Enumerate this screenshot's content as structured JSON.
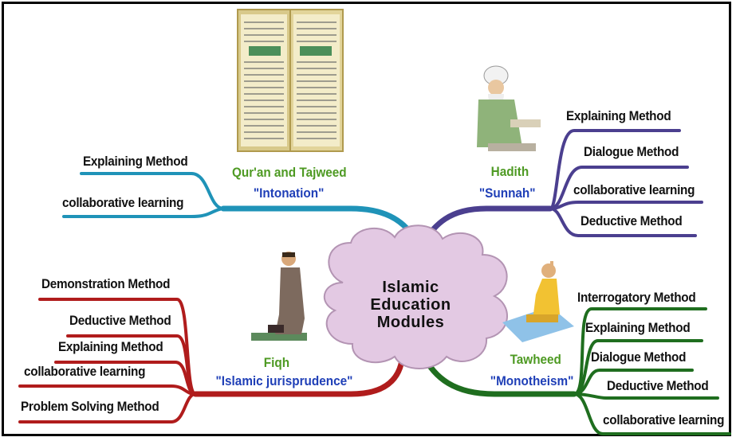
{
  "center": {
    "line1": "Islamic",
    "line2": "Education",
    "line3": "Modules"
  },
  "colors": {
    "quran": "#1f93b8",
    "hadith": "#4b3f8f",
    "fiqh": "#b01c1c",
    "tawheed": "#1f6e1f",
    "cloud": "#e3c9e3",
    "header_green": "#4e9a23",
    "header_blue": "#1f3fb7"
  },
  "branches": {
    "quran": {
      "title": "Qur'an and Tajweed",
      "subtitle": "\"Intonation\"",
      "methods": [
        "Explaining Method",
        "collaborative learning"
      ]
    },
    "hadith": {
      "title": "Hadith",
      "subtitle": "\"Sunnah\"",
      "methods": [
        "Explaining Method",
        "Dialogue Method",
        "collaborative learning",
        "Deductive Method"
      ]
    },
    "fiqh": {
      "title": "Fiqh",
      "subtitle": "\"Islamic jurisprudence\"",
      "methods": [
        "Demonstration Method",
        "Deductive Method",
        "Explaining Method",
        "collaborative learning",
        "Problem Solving Method"
      ]
    },
    "tawheed": {
      "title": "Tawheed",
      "subtitle": "\"Monotheism\"",
      "methods": [
        "Interrogatory Method",
        "Explaining Method",
        "Dialogue Method",
        "Deductive Method",
        "collaborative learning"
      ]
    }
  },
  "illustrations": [
    "quran-book-illustration",
    "scholar-reading-illustration",
    "praying-man-illustration",
    "kneeling-man-illustration"
  ]
}
